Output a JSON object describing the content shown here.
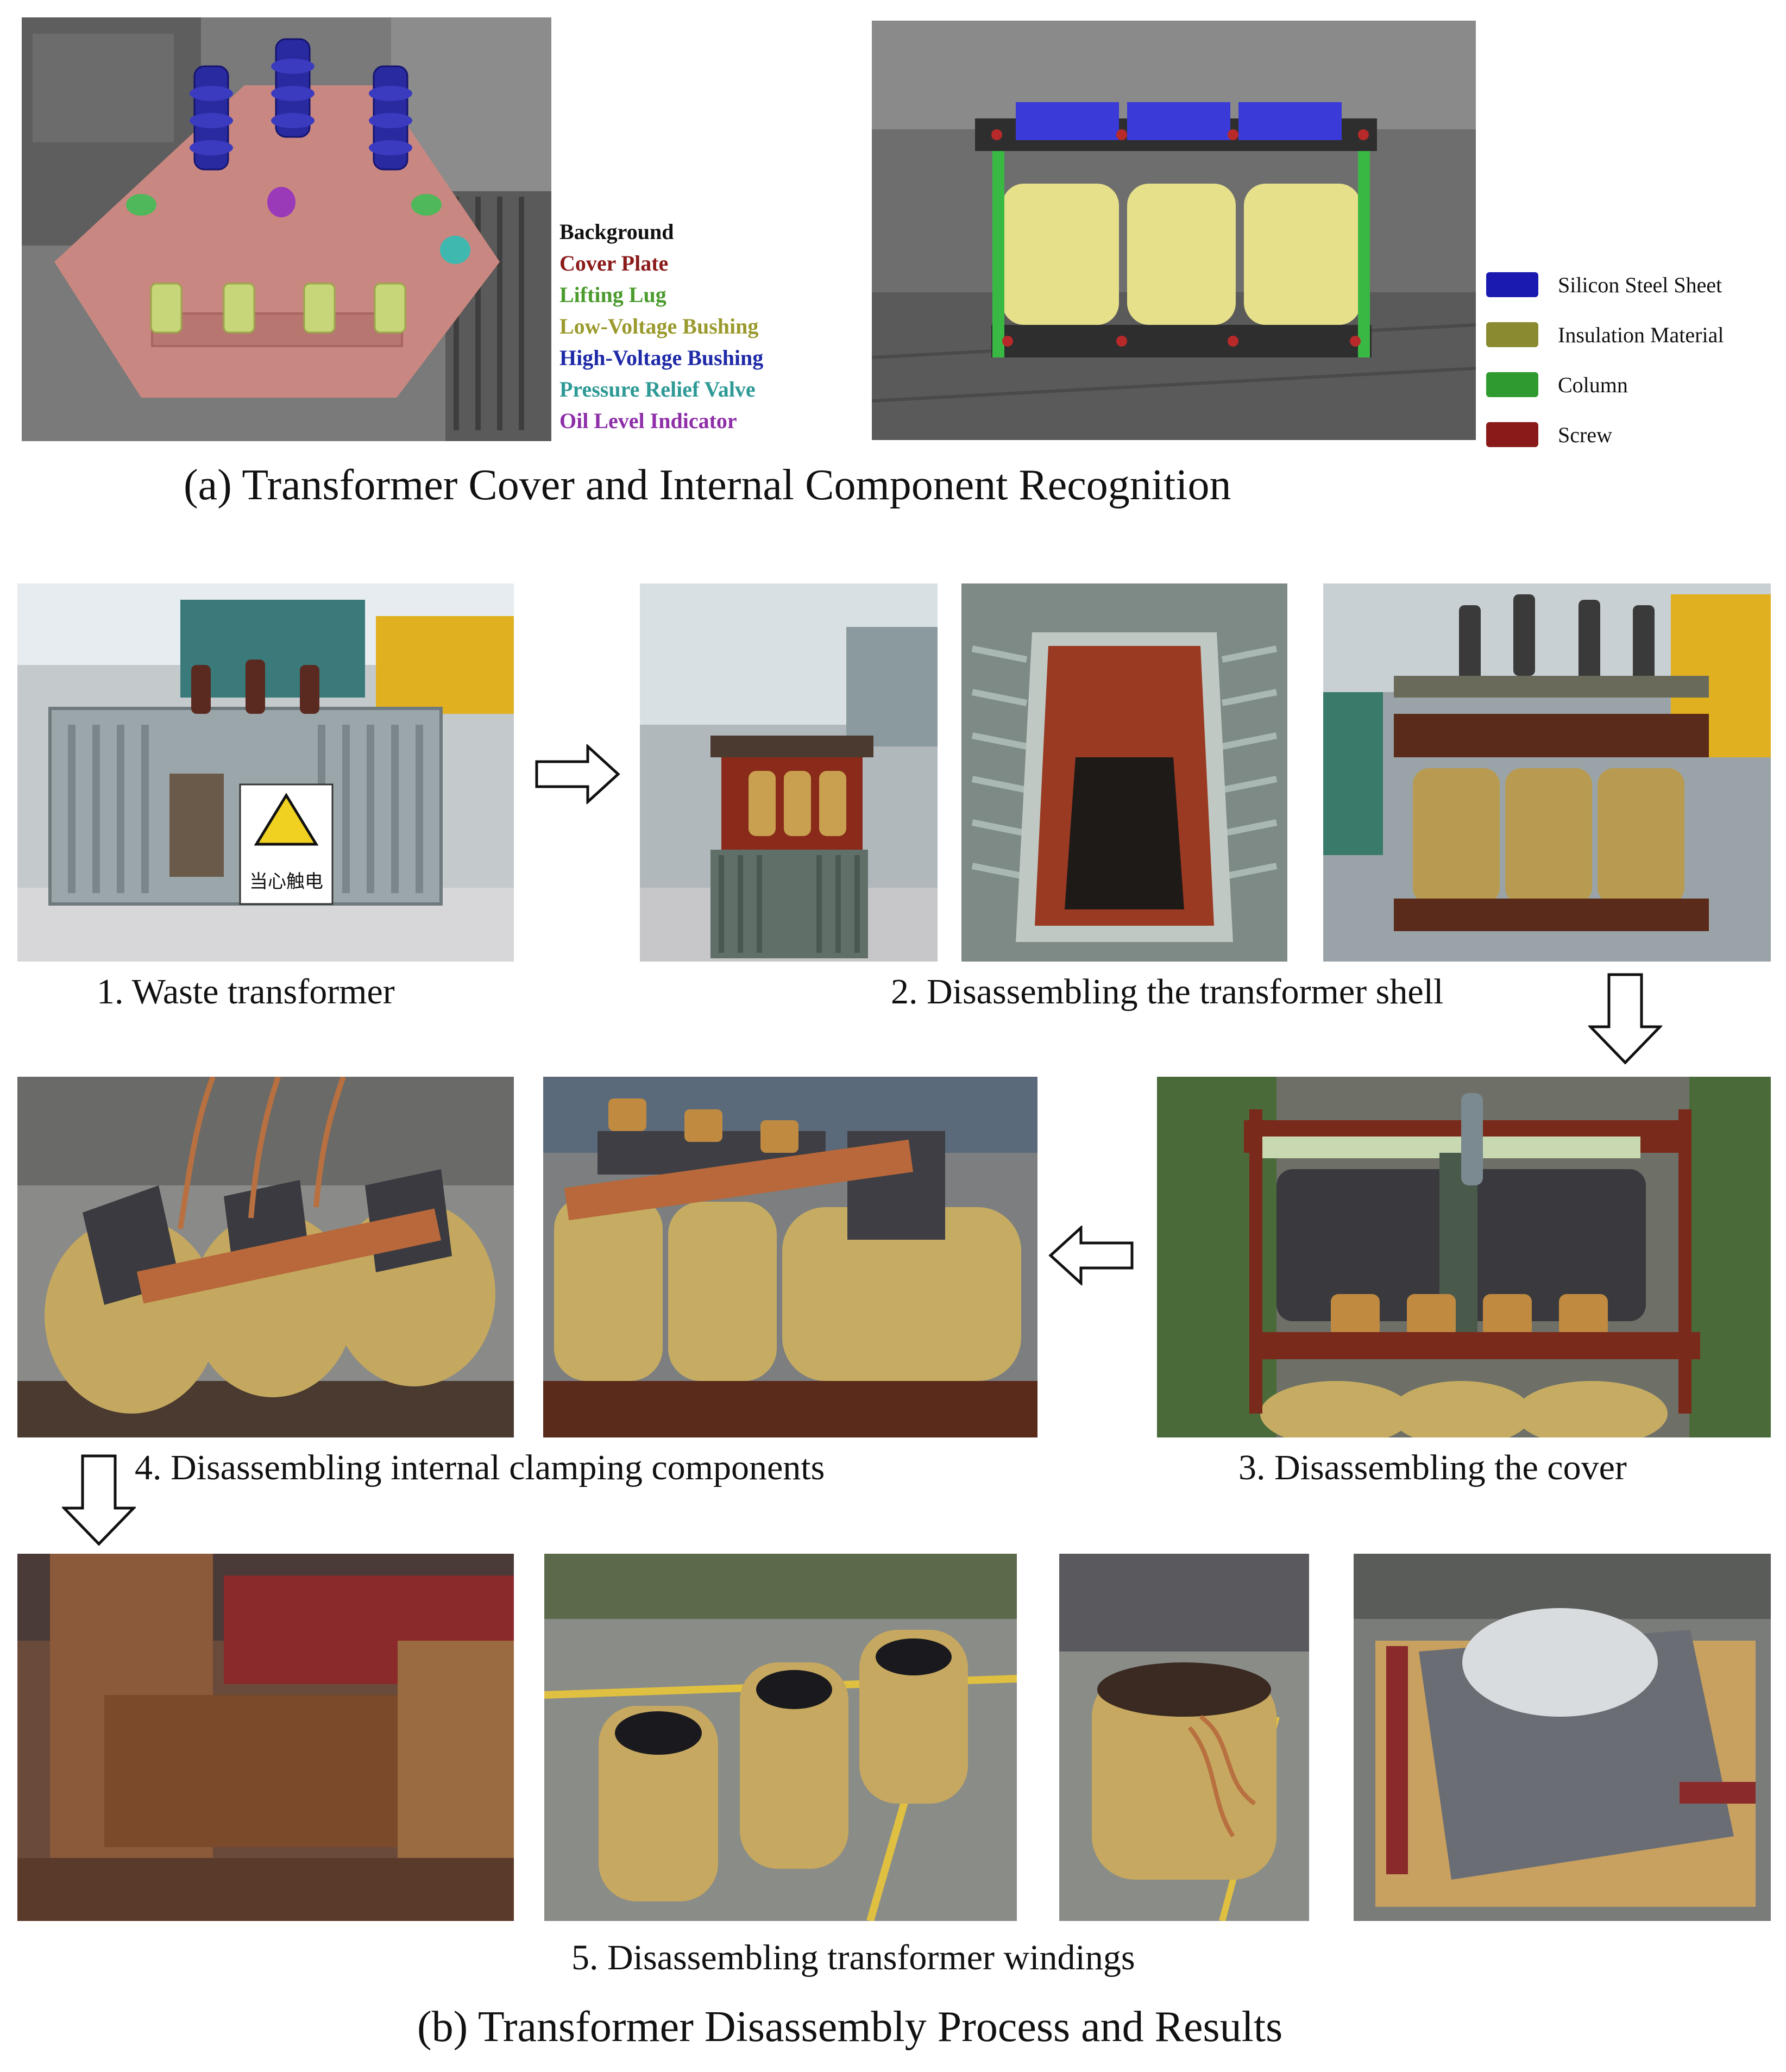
{
  "section_a": {
    "caption": "(a) Transformer Cover and Internal Component Recognition",
    "cover_legend": [
      {
        "label": "Background",
        "color": "#111111"
      },
      {
        "label": "Cover Plate",
        "color": "#8b1a1a"
      },
      {
        "label": "Lifting Lug",
        "color": "#4b9b2e"
      },
      {
        "label": "Low-Voltage Bushing",
        "color": "#9a9a2e"
      },
      {
        "label": "High-Voltage Bushing",
        "color": "#1f2aa8"
      },
      {
        "label": "Pressure Relief Valve",
        "color": "#2e9a96"
      },
      {
        "label": "Oil Level Indicator",
        "color": "#8e2ea8"
      }
    ],
    "internal_legend": [
      {
        "label": "Silicon Steel Sheet",
        "color": "#1a1ab0"
      },
      {
        "label": "Insulation Material",
        "color": "#8a8a30"
      },
      {
        "label": "Column",
        "color": "#2e9a30"
      },
      {
        "label": "Screw",
        "color": "#8a1a1a"
      }
    ]
  },
  "section_b": {
    "caption": "(b) Transformer Disassembly Process and Results",
    "steps": [
      {
        "label": "1. Waste transformer"
      },
      {
        "label": "2. Disassembling the transformer shell"
      },
      {
        "label": "3. Disassembling the cover"
      },
      {
        "label": "4. Disassembling internal clamping components"
      },
      {
        "label": "5. Disassembling transformer windings"
      }
    ],
    "sign_text": "当心触电"
  }
}
